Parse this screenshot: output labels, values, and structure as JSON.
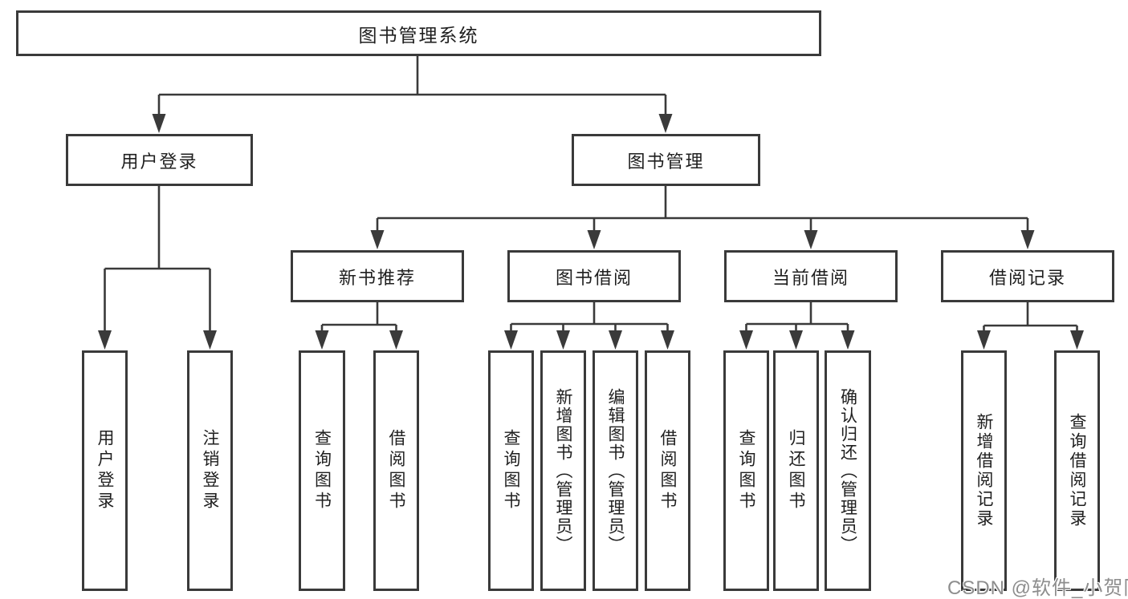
{
  "diagram": {
    "nodes": {
      "root": "图书管理系统",
      "user_login": "用户登录",
      "book_mgmt": "图书管理",
      "new_book": "新书推荐",
      "book_borrow": "图书借阅",
      "current_borrow": "当前借阅",
      "borrow_record": "借阅记录",
      "leaf_user_login": "用户登录",
      "leaf_logout": "注销登录",
      "leaf_nb_query": "查询图书",
      "leaf_nb_borrow": "借阅图书",
      "leaf_bb_query": "查询图书",
      "leaf_bb_add": "新增图书（管理员）",
      "leaf_bb_edit": "编辑图书（管理员）",
      "leaf_bb_borrow": "借阅图书",
      "leaf_cb_query": "查询图书",
      "leaf_cb_return": "归还图书",
      "leaf_cb_confirm": "确认归还（管理员）",
      "leaf_br_add": "新增借阅记录",
      "leaf_br_query": "查询借阅记录"
    },
    "colors": {
      "line": "#3a3a3a",
      "border": "#3a3a3a",
      "text": "#1f1f1f",
      "background": "#ffffff"
    }
  },
  "watermark": {
    "text": "CSDN @软件_小贺同学",
    "color": "#8d8d8d"
  }
}
